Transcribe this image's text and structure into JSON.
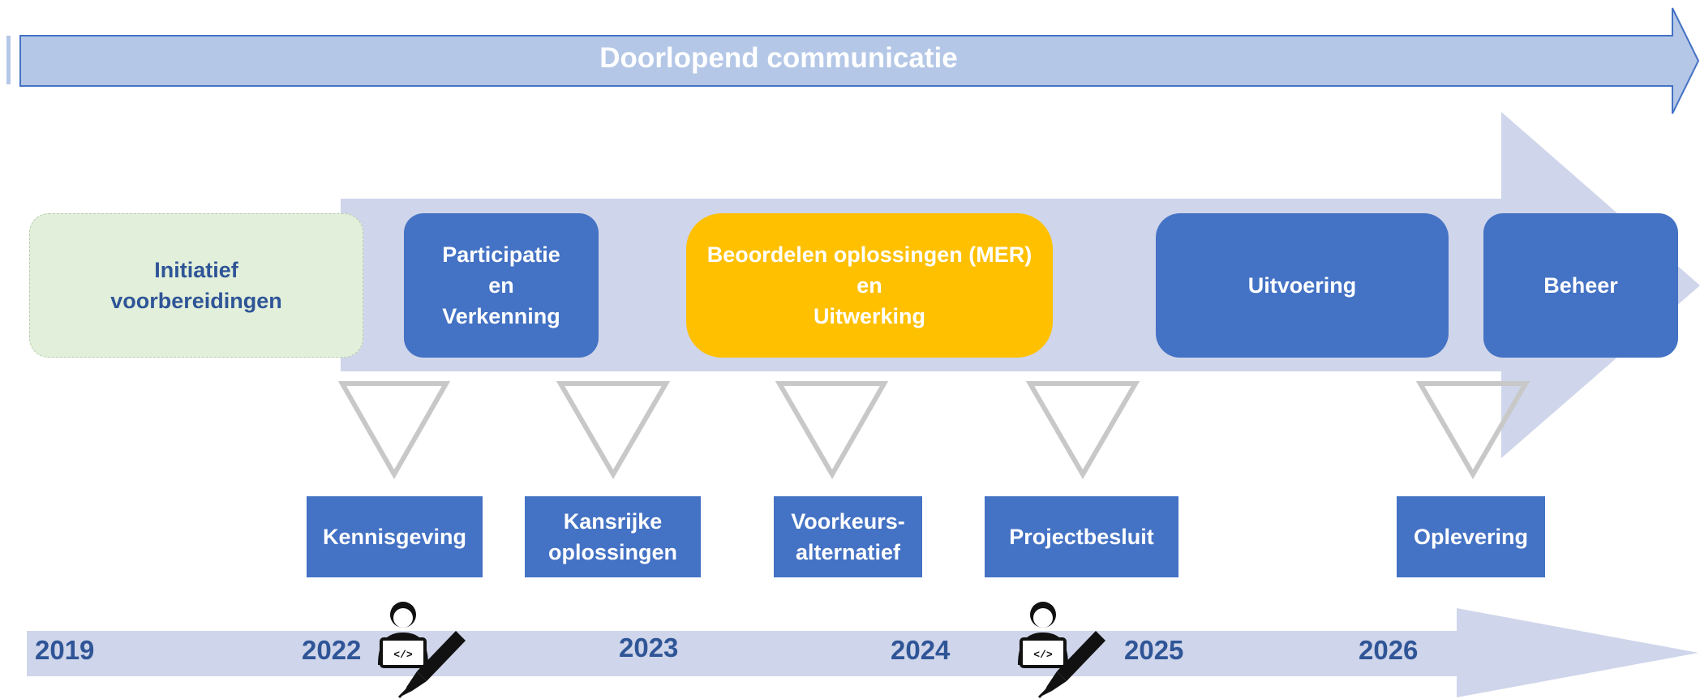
{
  "banner": {
    "label": "Doorlopend communicatie"
  },
  "phases": [
    {
      "label": "Initiatief\nvoorbereidingen",
      "style": "pending"
    },
    {
      "label": "Participatie\nen\nVerkenning",
      "style": "blue"
    },
    {
      "label": "Beoordelen oplossingen (MER)\nen\nUitwerking",
      "style": "current"
    },
    {
      "label": "Uitvoering",
      "style": "blue"
    },
    {
      "label": "Beheer",
      "style": "blue"
    }
  ],
  "milestones": [
    {
      "label": "Kennisgeving"
    },
    {
      "label": "Kansrijke\noplossingen"
    },
    {
      "label": "Voorkeurs-\nalternatief"
    },
    {
      "label": "Projectbesluit"
    },
    {
      "label": "Oplevering"
    }
  ],
  "timeline": {
    "years": [
      "2019",
      "2022",
      "2023",
      "2024",
      "2025",
      "2026"
    ]
  },
  "icons": {
    "person": "person-with-laptop-icon",
    "pen": "pen-signing-icon"
  },
  "colors": {
    "banner": "#b4c7e7",
    "process_arrow": "#cfd5ea",
    "phase_blue": "#4472c4",
    "phase_current": "#ffc000",
    "phase_pending": "#e2efda",
    "pending_text": "#2f5597",
    "milestone_triangle": "#c8c8c8",
    "year_text": "#2f5597"
  }
}
